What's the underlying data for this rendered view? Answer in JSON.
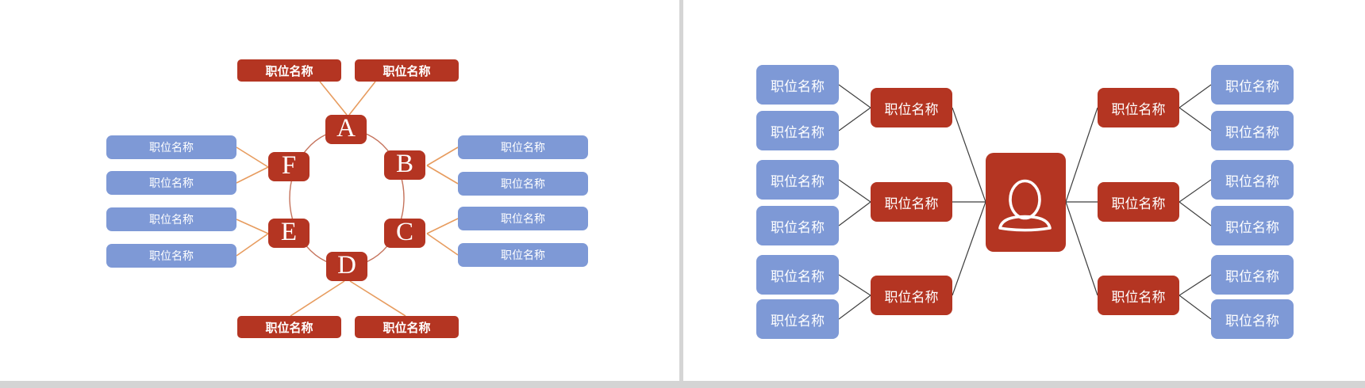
{
  "slide1": {
    "name": "circular-org-chart",
    "top_labels": [
      "职位名称",
      "职位名称"
    ],
    "bottom_labels": [
      "职位名称",
      "职位名称"
    ],
    "left_labels": [
      "职位名称",
      "职位名称",
      "职位名称",
      "职位名称"
    ],
    "right_labels": [
      "职位名称",
      "职位名称",
      "职位名称",
      "职位名称"
    ],
    "nodes": {
      "a": "A",
      "b": "B",
      "c": "C",
      "d": "D",
      "e": "E",
      "f": "F"
    },
    "colors": {
      "red_box": "#B43522",
      "blue_box": "#7E99D6",
      "connector_line": "#E79C5F",
      "circle_outline": "#C5735C",
      "text": "#FFFFFF"
    }
  },
  "slide2": {
    "name": "horizontal-org-chart",
    "outer_left_labels": [
      "职位名称",
      "职位名称",
      "职位名称",
      "职位名称",
      "职位名称",
      "职位名称"
    ],
    "mid_left_labels": [
      "职位名称",
      "职位名称",
      "职位名称"
    ],
    "mid_right_labels": [
      "职位名称",
      "职位名称",
      "职位名称"
    ],
    "outer_right_labels": [
      "职位名称",
      "职位名称",
      "职位名称",
      "职位名称",
      "职位名称",
      "职位名称"
    ],
    "center_icon": "person-icon",
    "colors": {
      "red_box": "#B43522",
      "blue_box": "#7E99D6",
      "connector_line": "#3F3F3F",
      "text": "#FFFFFF"
    }
  },
  "chrome": {
    "divider_color": "#D5D5D5",
    "bottom_strip_color": "#D4D4D4"
  }
}
